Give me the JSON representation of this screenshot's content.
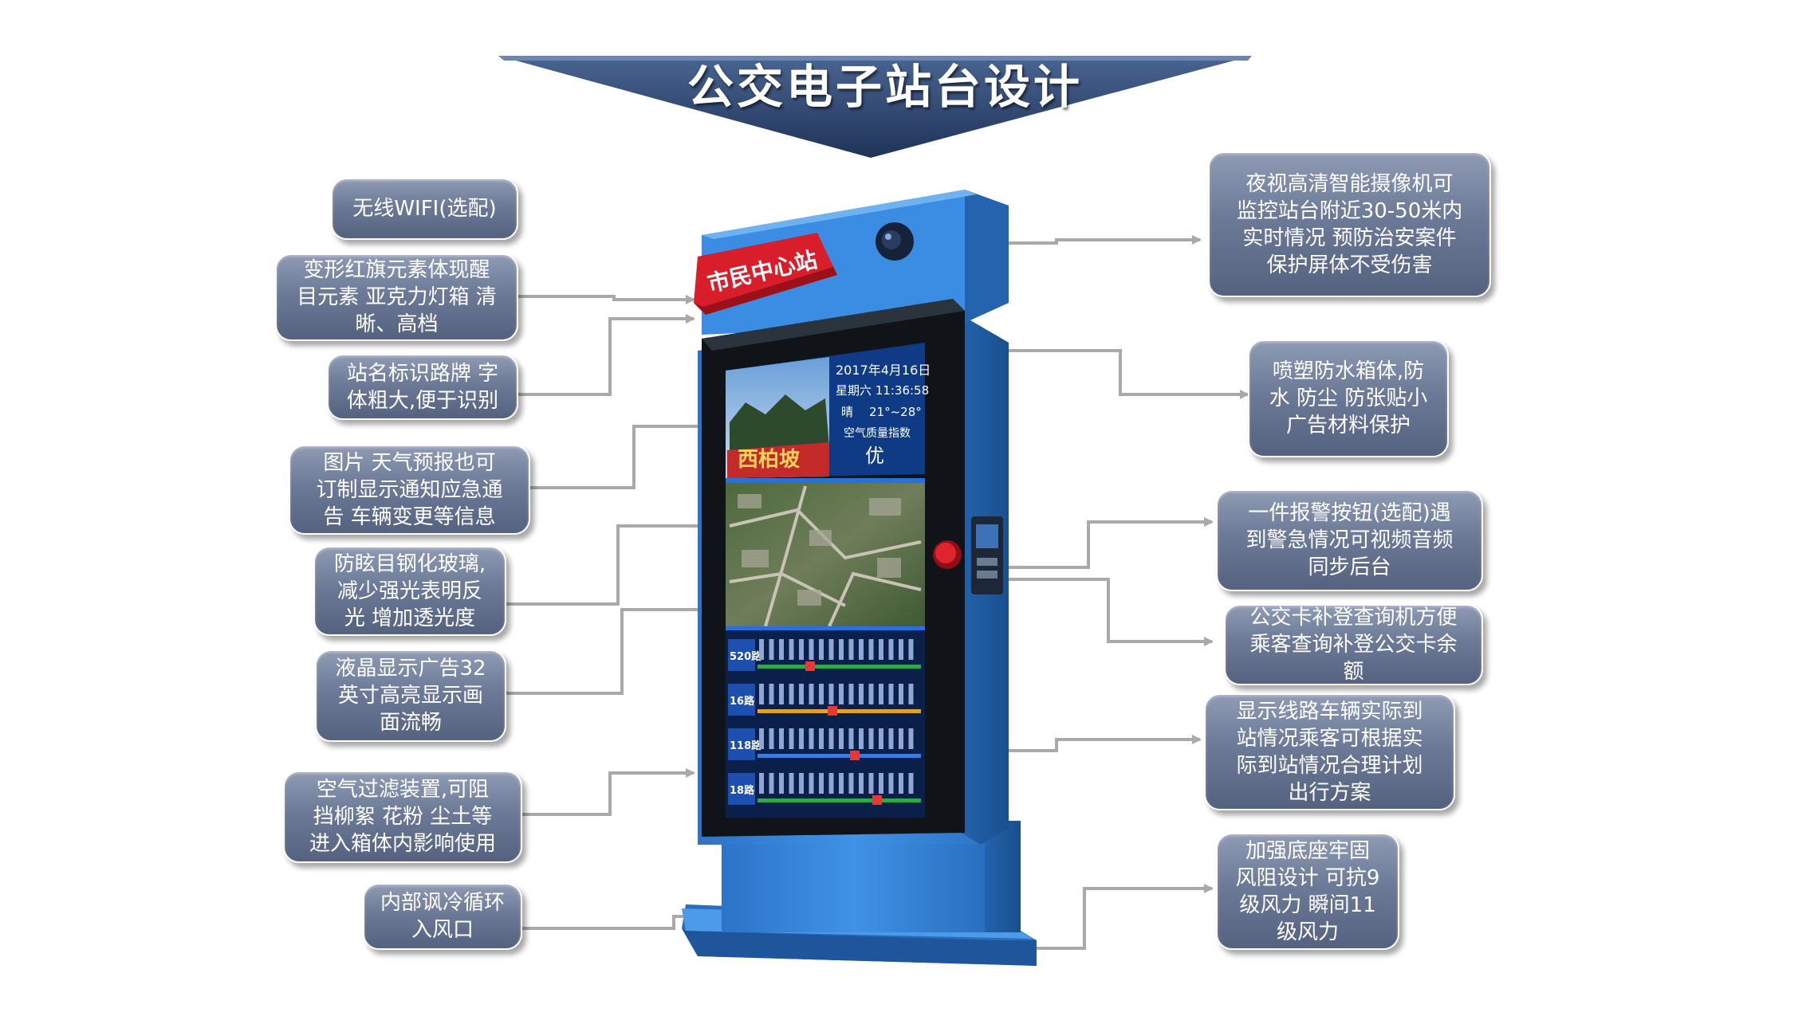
{
  "title": "公交电子站台设计",
  "station_sign": "市民中心站",
  "screen": {
    "date": "2017年4月16日",
    "weekday_time": "星期六  11:36:58",
    "weather": "晴",
    "temperature": "21°~28°",
    "air_quality_label": "空气质量指数",
    "air_quality_value": "优",
    "photo_caption": "西柏坡",
    "route_numbers": [
      "520路",
      "16路",
      "118路",
      "18路"
    ]
  },
  "callouts_left": [
    {
      "id": "wifi",
      "text": "无线WIFI(选配)"
    },
    {
      "id": "red-flag",
      "text": "变形红旗元素体现醒\n目元素 亚克力灯箱 清\n晰、高档"
    },
    {
      "id": "station-sign",
      "text": "站名标识路牌 字\n体粗大,便于识别"
    },
    {
      "id": "image-weather",
      "text": "图片  天气预报也可\n订制显示通知应急通\n告 车辆变更等信息"
    },
    {
      "id": "glass",
      "text": "防眩目钢化玻璃,\n减少强光表明反\n光 增加透光度"
    },
    {
      "id": "lcd",
      "text": "液晶显示广告32\n英寸高亮显示画\n面流畅"
    },
    {
      "id": "air-filter",
      "text": "空气过滤装置,可阻\n挡柳絮 花粉 尘土等\n进入箱体内影响使用"
    },
    {
      "id": "air-inlet",
      "text": "内部讽冷循环\n入风口"
    }
  ],
  "callouts_right": [
    {
      "id": "camera",
      "text": "夜视高清智能摄像机可\n监控站台附近30-50米内\n实时情况 预防治安案件\n保护屏体不受伤害"
    },
    {
      "id": "waterproof",
      "text": "喷塑防水箱体,防\n水 防尘 防张贴小\n广告材料保护"
    },
    {
      "id": "alarm",
      "text": "一件报警按钮(选配)遇\n到警急情况可视频音频\n同步后台"
    },
    {
      "id": "card",
      "text": "公交卡补登查询机方便\n乘客查询补登公交卡余\n额"
    },
    {
      "id": "arrival",
      "text": "显示线路车辆实际到\n站情况乘客可根据实\n际到站情况合理计划\n出行方案"
    },
    {
      "id": "base",
      "text": "加强底座牢固\n风阻设计 可抗9\n级风力 瞬间11\n级风力"
    }
  ],
  "colors": {
    "banner": "#2f4672",
    "callout": "#6c7a97",
    "kiosk_blue": "#2f7fd3",
    "sign_red": "#d81e2a",
    "connector": "#a9a9a9"
  }
}
